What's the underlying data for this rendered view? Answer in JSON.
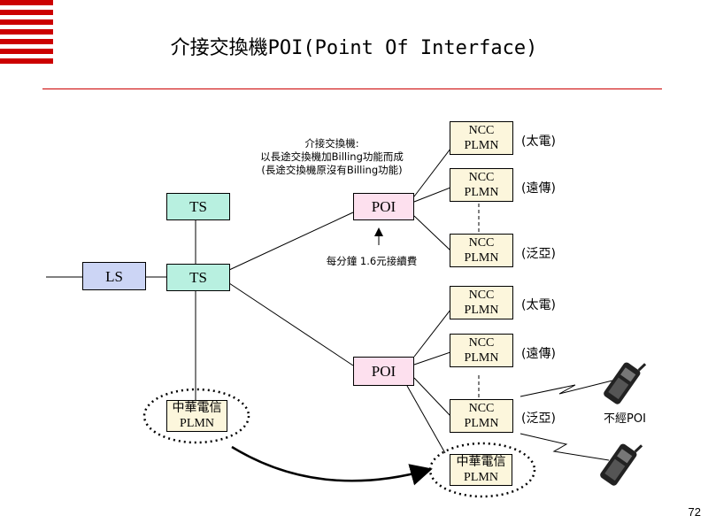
{
  "title": "介接交換機POI(Point Of Interface)",
  "page_number": "72",
  "colors": {
    "accent": "#cc0000",
    "ls": "#ccd5f5",
    "ts": "#b8f0e0",
    "poi": "#fde0ee",
    "ncc": "#fcf6dc"
  },
  "nodes": {
    "ls": "LS",
    "ts_top": "TS",
    "ts_main": "TS",
    "poi_top": "POI",
    "poi_bottom": "POI",
    "cht_left": {
      "line1": "中華電信",
      "line2": "PLMN"
    },
    "cht_right": {
      "line1": "中華電信",
      "line2": "PLMN"
    },
    "ncc": {
      "line1": "NCC",
      "line2": "PLMN"
    }
  },
  "carriers": {
    "top": [
      "(太電)",
      "(遠傳)",
      "(泛亞)"
    ],
    "bottom": [
      "(太電)",
      "(遠傳)",
      "(泛亞)"
    ]
  },
  "notes": {
    "poi_desc": [
      "介接交換機:",
      "以長途交換機加Billing功能而成",
      "(長途交換機原沒有Billing功能)"
    ],
    "fee": "每分鐘 1.6元接續費",
    "no_poi": "不經POI"
  },
  "icons": [
    "mobile-phone-icon",
    "lightning-signal-icon",
    "arrow-up-icon"
  ]
}
